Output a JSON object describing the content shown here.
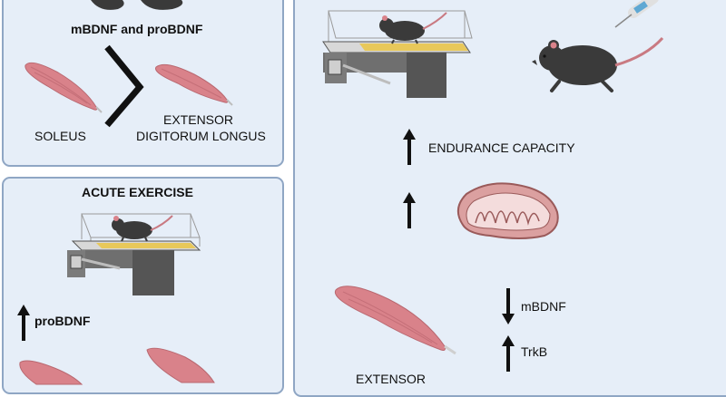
{
  "top_left_panel": {
    "caption": "mBDNF and proBDNF",
    "muscle_left_label": "SOLEUS",
    "muscle_right_label_line1": "EXTENSOR",
    "muscle_right_label_line2": "DIGITORUM LONGUS"
  },
  "acute_exercise_panel": {
    "title": "ACUTE EXERCISE",
    "marker_label": "proBDNF"
  },
  "right_panel": {
    "endurance_label": "ENDURANCE CAPACITY",
    "mbdnf_label": "mBDNF",
    "trkb_label": "TrkB",
    "bottom_partial_label": "EXTENSOR"
  },
  "colors": {
    "panel_bg": "#e6eef8",
    "panel_border": "#8fa6c4",
    "muscle": "#d9828a",
    "mouse": "#3a3a3a",
    "treadmill": "#6f6f6f",
    "belt": "#e8c85a",
    "arrow": "#111111"
  },
  "icons": [
    "mouse-icon",
    "treadmill-icon",
    "muscle-icon",
    "syringe-icon",
    "mitochondrion-icon",
    "up-arrow-icon",
    "down-arrow-icon",
    "chevron-icon"
  ]
}
